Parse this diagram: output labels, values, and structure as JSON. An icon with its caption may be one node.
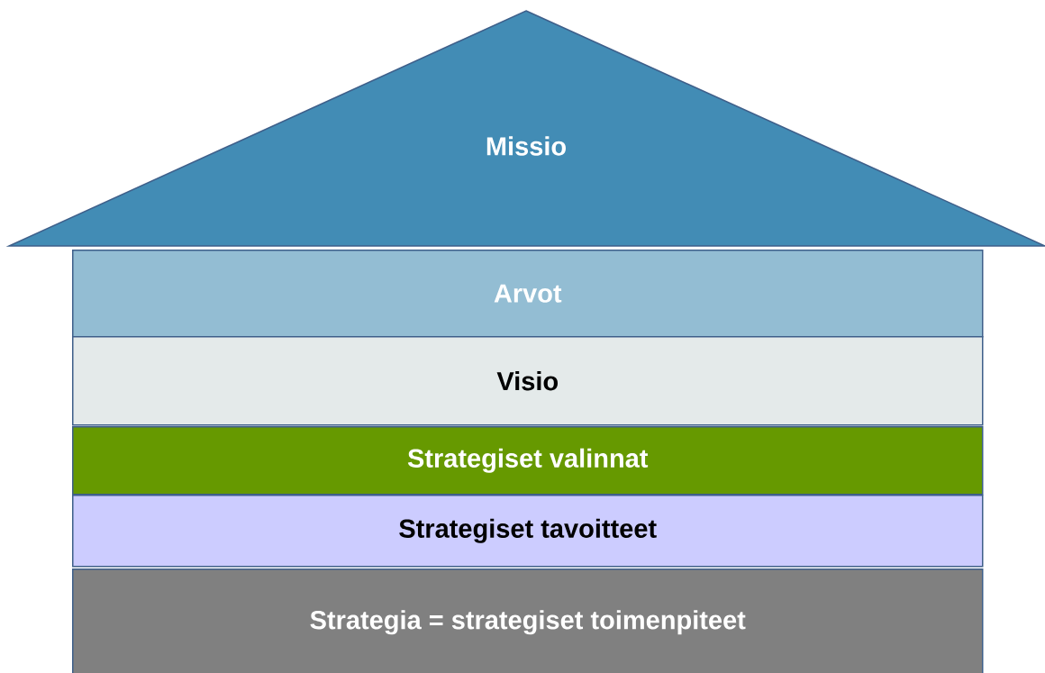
{
  "diagram": {
    "nodes": [
      {
        "text": [
          "Missio"
        ]
      },
      {
        "text": [
          "Arvot"
        ]
      },
      {
        "text": [
          "Visio"
        ]
      },
      {
        "text": [
          "Strategiset valinnat"
        ]
      },
      {
        "text": [
          "Strategiset tavoitteet"
        ]
      },
      {
        "text": [
          "Strategia = strategiset toimenpiteet"
        ]
      }
    ]
  }
}
